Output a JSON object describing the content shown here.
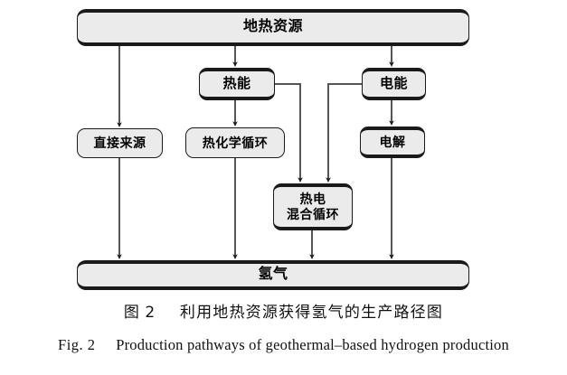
{
  "figure": {
    "nodes": {
      "geothermal": "地热资源",
      "thermal_energy": "热能",
      "electric_energy": "电能",
      "direct_source": "直接来源",
      "thermochemical_cycle": "热化学循环",
      "electrolysis": "电解",
      "hybrid_cycle": "热电\n混合循环",
      "hydrogen": "氢气"
    },
    "colors": {
      "node_fill": "#ebebeb",
      "node_border": "#1a1a1a",
      "connector": "#3a3a3a",
      "page_background": "#ffffff"
    },
    "edges": [
      {
        "from": "geothermal",
        "to": "direct_source"
      },
      {
        "from": "geothermal",
        "to": "thermal_energy"
      },
      {
        "from": "geothermal",
        "to": "electric_energy"
      },
      {
        "from": "thermal_energy",
        "to": "thermochemical_cycle"
      },
      {
        "from": "thermal_energy",
        "to": "hybrid_cycle"
      },
      {
        "from": "electric_energy",
        "to": "electrolysis"
      },
      {
        "from": "electric_energy",
        "to": "hybrid_cycle"
      },
      {
        "from": "direct_source",
        "to": "hydrogen"
      },
      {
        "from": "thermochemical_cycle",
        "to": "hydrogen"
      },
      {
        "from": "hybrid_cycle",
        "to": "hydrogen"
      },
      {
        "from": "electrolysis",
        "to": "hydrogen"
      }
    ]
  },
  "captions": {
    "cn_number": "图 2",
    "cn_text": "利用地热资源获得氢气的生产路径图",
    "en_number": "Fig. 2",
    "en_text": "Production pathways of geothermal–based hydrogen production"
  }
}
